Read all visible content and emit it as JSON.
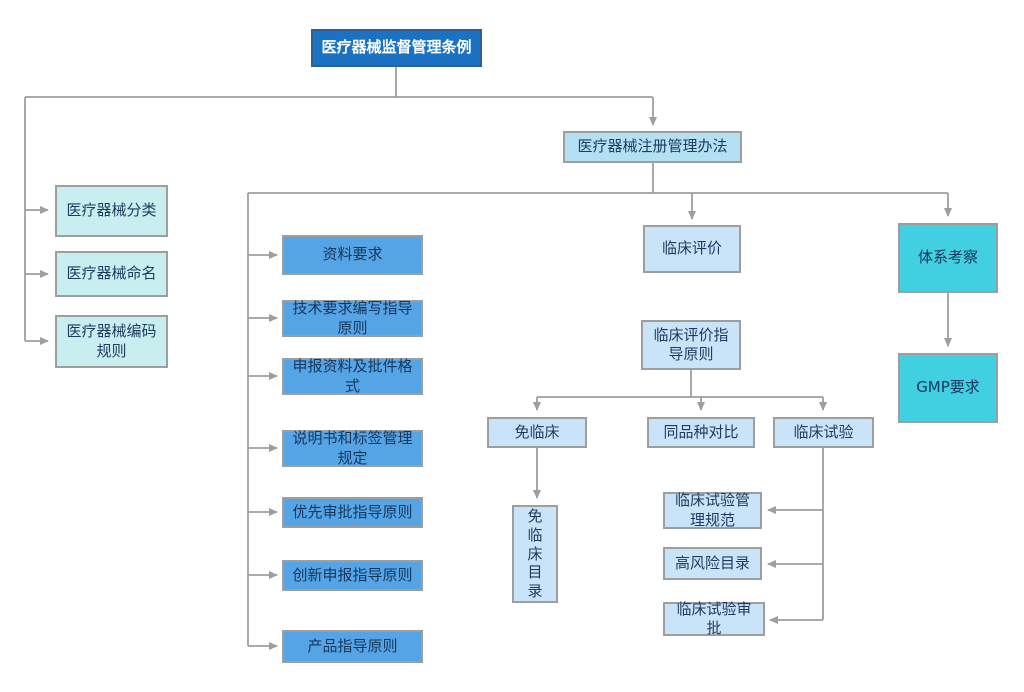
{
  "diagram": {
    "nodes": {
      "root": {
        "label": "医疗器械监督管理条例"
      },
      "reg": {
        "label": "医疗器械注册管理办法"
      },
      "classify": {
        "label": "医疗器械分类"
      },
      "naming": {
        "label": "医疗器械命名"
      },
      "coding": {
        "label": "医疗器械编码规则"
      },
      "material": {
        "label": "资料要求"
      },
      "tech": {
        "label": "技术要求编写指导原则"
      },
      "filing": {
        "label": "申报资料及批件格式"
      },
      "label_rules": {
        "label": "说明书和标签管理规定"
      },
      "priority": {
        "label": "优先审批指导原则"
      },
      "innovation": {
        "label": "创新申报指导原则"
      },
      "product": {
        "label": "产品指导原则"
      },
      "clinical_eval": {
        "label": "临床评价"
      },
      "clinical_guide": {
        "label": "临床评价指导原则"
      },
      "exempt": {
        "label": "免临床"
      },
      "same_kind": {
        "label": "同品种对比"
      },
      "trial": {
        "label": "临床试验"
      },
      "exempt_catalog": {
        "label": "免临床目录"
      },
      "trial_gcp": {
        "label": "临床试验管理规范"
      },
      "high_risk": {
        "label": "高风险目录"
      },
      "trial_approval": {
        "label": "临床试验审批"
      },
      "system_audit": {
        "label": "体系考察"
      },
      "gmp": {
        "label": "GMP要求"
      }
    },
    "edges": [
      {
        "from": "root",
        "to": "classify"
      },
      {
        "from": "root",
        "to": "naming"
      },
      {
        "from": "root",
        "to": "coding"
      },
      {
        "from": "root",
        "to": "reg"
      },
      {
        "from": "reg",
        "to": "material"
      },
      {
        "from": "reg",
        "to": "tech"
      },
      {
        "from": "reg",
        "to": "filing"
      },
      {
        "from": "reg",
        "to": "label_rules"
      },
      {
        "from": "reg",
        "to": "priority"
      },
      {
        "from": "reg",
        "to": "innovation"
      },
      {
        "from": "reg",
        "to": "product"
      },
      {
        "from": "reg",
        "to": "clinical_eval"
      },
      {
        "from": "reg",
        "to": "system_audit"
      },
      {
        "from": "clinical_guide",
        "to": "exempt"
      },
      {
        "from": "clinical_guide",
        "to": "same_kind"
      },
      {
        "from": "clinical_guide",
        "to": "trial"
      },
      {
        "from": "exempt",
        "to": "exempt_catalog"
      },
      {
        "from": "trial",
        "to": "trial_gcp"
      },
      {
        "from": "trial",
        "to": "high_risk"
      },
      {
        "from": "trial",
        "to": "trial_approval"
      },
      {
        "from": "system_audit",
        "to": "gmp"
      }
    ]
  },
  "colors": {
    "root_fill": "#1b72c2",
    "root_border": "#2e6191",
    "root_text": "#ffffff",
    "register_fill": "#b3e0f2",
    "left_fill": "#c8eef0",
    "mid_fill": "#55a4e6",
    "light_fill": "#c9e3f8",
    "cyan_fill": "#41d0e2",
    "node_text": "#1e3a5f",
    "node_border": "#9e9e9e",
    "line": "#9e9e9e",
    "bg": "#ffffff"
  }
}
